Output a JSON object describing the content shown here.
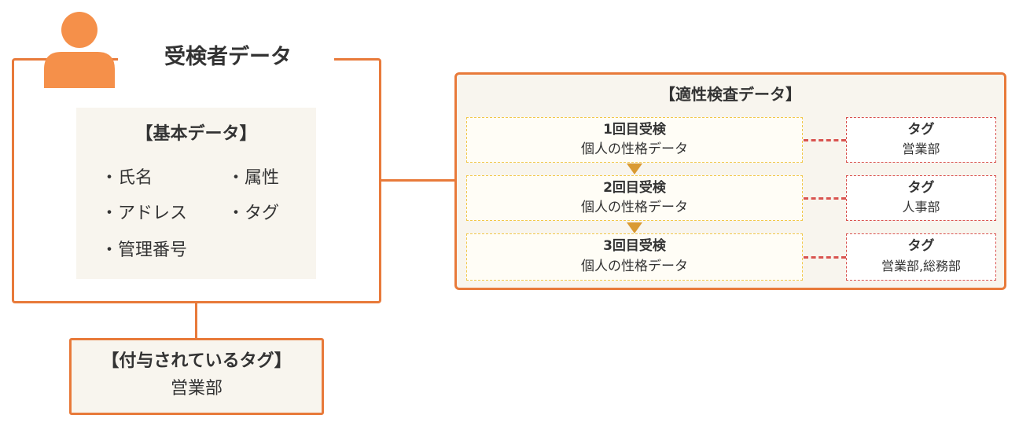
{
  "examinee": {
    "title": "受検者データ",
    "basic": {
      "title": "【基本データ】",
      "items": [
        "・氏名",
        "・属性",
        "・アドレス",
        "・タグ",
        "・管理番号"
      ]
    }
  },
  "assigned_tags": {
    "title": "【付与されているタグ】",
    "value": "営業部"
  },
  "aptitude": {
    "title": "【適性検査データ】",
    "exams": [
      {
        "title": "1回目受検",
        "desc": "個人の性格データ",
        "tag_label": "タグ",
        "tag_value": "営業部"
      },
      {
        "title": "2回目受検",
        "desc": "個人の性格データ",
        "tag_label": "タグ",
        "tag_value": "人事部"
      },
      {
        "title": "3回目受検",
        "desc": "個人の性格データ",
        "tag_label": "タグ",
        "tag_value": "営業部,総務部"
      }
    ]
  },
  "colors": {
    "accent": "#e87a3a",
    "panel": "#f8f5ee",
    "exam_border": "#f2c84a",
    "tag_border": "#d9534f",
    "arrow": "#d99a33",
    "person_icon": "#f5904a"
  },
  "icons": {
    "person": "person-icon"
  }
}
